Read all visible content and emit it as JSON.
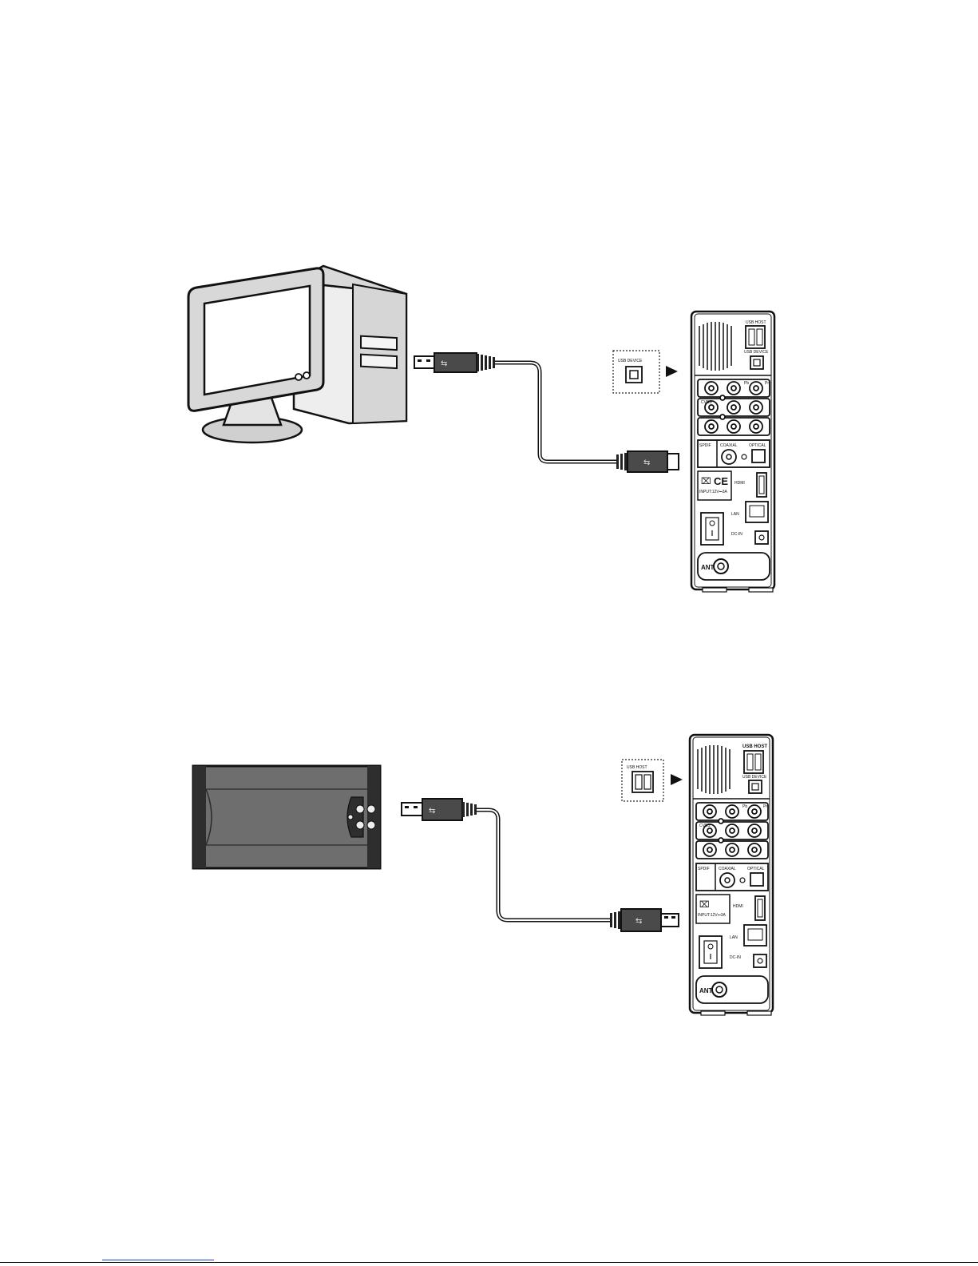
{
  "diagram_1": {
    "callout": {
      "port_label": "USB DEVICE"
    },
    "player": {
      "usb_host_label": "USB HOST",
      "usb_device_label": "USB DEVICE",
      "spdif_label": "SPDIF",
      "coaxial_label": "COAXIAL",
      "optical_label": "OPTICAL",
      "hdmi_label": "HDMI",
      "power_rating": "INPUT:12V⎓3A",
      "lan_label": "LAN",
      "dc_in_label": "DC-IN",
      "ant_label": "ANT",
      "ce_mark": "CE",
      "pr_label": "Pr",
      "pb_label": "Pb",
      "cvbs_label": "CVBS"
    }
  },
  "diagram_2": {
    "callout": {
      "port_label": "USB HOST"
    },
    "player": {
      "usb_host_label": "USB HOST",
      "usb_device_label": "USB DEVICE",
      "spdif_label": "SPDIF",
      "coaxial_label": "COAXIAL",
      "optical_label": "OPTICAL",
      "hdmi_label": "HDMI",
      "power_rating": "INPUT:12V⎓3A",
      "lan_label": "LAN",
      "dc_in_label": "DC-IN",
      "ant_label": "ANT",
      "pr_label": "Pr",
      "pb_label": "Pb",
      "cvbs_label": "CVBS"
    }
  },
  "colors": {
    "ink": "#111111",
    "monitor_gray": "#d8d8d8",
    "drive_body": "#6e6e6e",
    "drive_end": "#2e2e2e",
    "connector_dark": "#4a4a4a",
    "footer_link": "#1a3fd6"
  }
}
